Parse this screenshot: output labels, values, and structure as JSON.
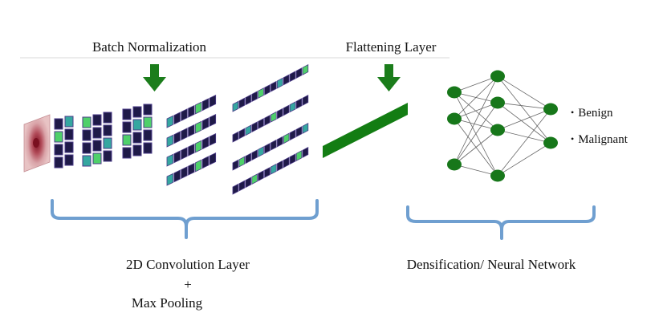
{
  "labels": {
    "batch_normalization": "Batch Normalization",
    "flattening_layer": "Flattening Layer",
    "conv_line1": "2D Convolution Layer",
    "conv_plus": "+",
    "conv_line2": "Max Pooling",
    "dense": "Densification/ Neural Network"
  },
  "outputs": [
    {
      "bullet": "•",
      "label": "Benign"
    },
    {
      "bullet": "•",
      "label": "Malignant"
    }
  ],
  "colors": {
    "arrow_green": "#1b7d1b",
    "flatten_green": "#137d13",
    "node_green": "#17771a",
    "bracket_blue": "#6f9fd0",
    "rule_gray": "#d9d9d9",
    "edge_gray": "#666666",
    "fmap_border": "#4a3a88",
    "fmap_fill": "#1f1a48",
    "fmap_bright": "#4fd06a",
    "fmap_mid": "#35a7a0",
    "skin_tissue": "#d9a3a8",
    "lesion": "#9a2030"
  },
  "icons": {
    "input_image": "skin-lesion-image",
    "down_arrows": "down-arrow-icon",
    "outputs": "bullet-icon"
  }
}
